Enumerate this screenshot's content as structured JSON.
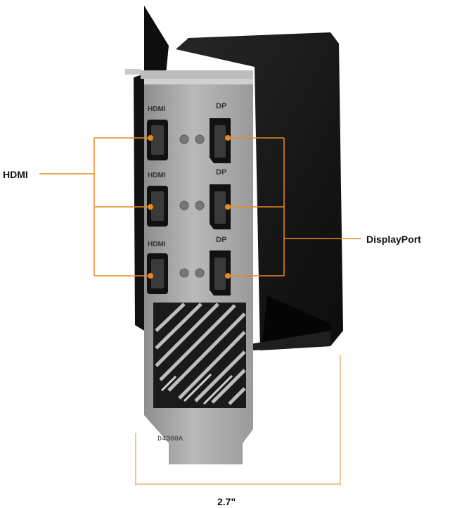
{
  "callouts": {
    "hdmi": "HDMI",
    "displayport": "DisplayPort"
  },
  "dimension": {
    "width_label": "2.7\""
  },
  "bracket": {
    "port_labels": {
      "hdmi": "HDMI",
      "dp": "DP"
    },
    "part_code": "D4300A"
  },
  "ports": {
    "hdmi_count": 3,
    "displayport_count": 3
  },
  "colors": {
    "callout_line": "#e8891f",
    "dimension_line": "#e6b57a",
    "bracket_metal": "#a9a9a9",
    "card_body": "#151515"
  }
}
